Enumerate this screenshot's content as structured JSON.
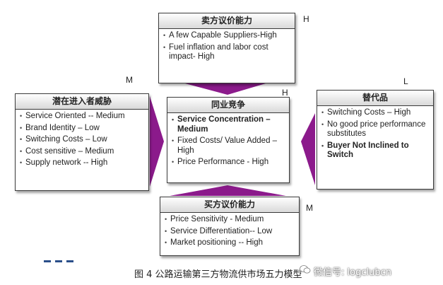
{
  "colors": {
    "arrow": "#8b1a8b",
    "border": "#3a3a3a"
  },
  "top": {
    "title": "卖方议价能力",
    "level": "H",
    "items": [
      "A few Capable Suppliers-High",
      "Fuel inflation and labor cost impact- High"
    ]
  },
  "left": {
    "title": "潜在进入者威胁",
    "level": "M",
    "items": [
      "Service Oriented -- Medium",
      "Brand Identity – Low",
      "Switching Costs – Low",
      "Cost sensitive  – Medium",
      "Supply network -- High"
    ]
  },
  "center": {
    "title": "同业竞争",
    "level": "H",
    "items": [
      "Service Concentration – Medium",
      "Fixed Costs/ Value Added – High",
      "Price  Performance - High"
    ]
  },
  "right": {
    "title": "替代品",
    "level": "L",
    "items": [
      "Switching Costs – High",
      "No good price performance substitutes",
      "Buyer Not Inclined to Switch"
    ]
  },
  "bottom": {
    "title": "买方议价能力",
    "level": "M",
    "items": [
      "Price Sensitivity - Medium",
      "Service Differentiation-- Low",
      "Market positioning -- High"
    ]
  },
  "caption": "图 4  公路运输第三方物流供市场五力模型",
  "watermark": "微信号: logclubcn",
  "watermark_icon": "wechat-icon"
}
